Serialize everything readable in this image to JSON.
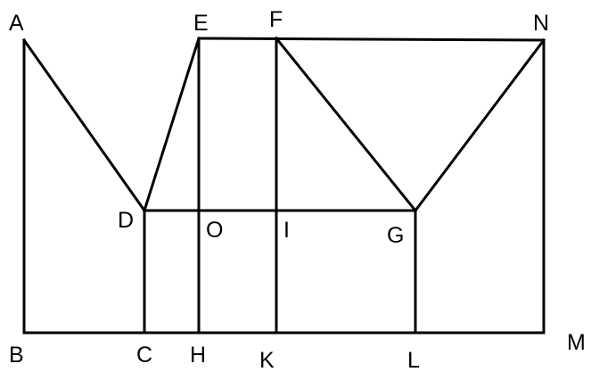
{
  "diagram": {
    "colors": {
      "stroke": "#000000",
      "background": "#ffffff"
    },
    "labels": {
      "A": "A",
      "E": "E",
      "F": "F",
      "N": "N",
      "D": "D",
      "O": "O",
      "I": "I",
      "G": "G",
      "B": "B",
      "C": "C",
      "H": "H",
      "K": "K",
      "L": "L",
      "M": "M"
    }
  }
}
